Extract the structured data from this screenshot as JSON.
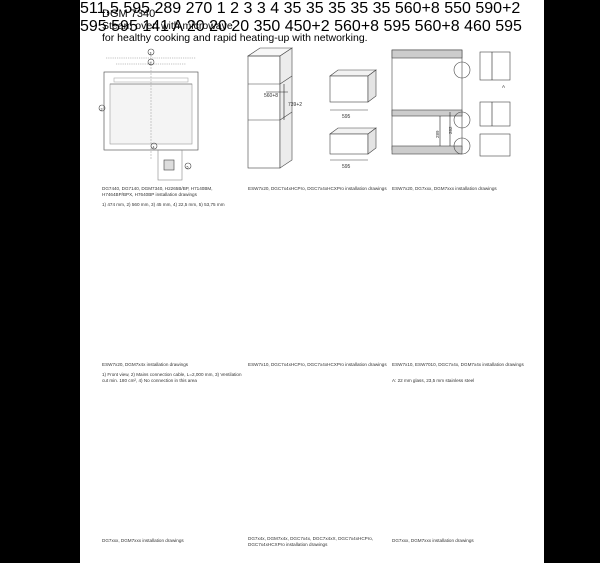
{
  "header": {
    "model": "DGM 7340",
    "line1": "Steam oven with microwave",
    "line2": "for healthy cooking and rapid heating-up with networking."
  },
  "captions": {
    "c1": "DG7440, DG7140, DGM7340, H2265B/BP, H7140BM, H7464BP/BPX, H7640BP installation drawings",
    "c1b": "1) 474 mm, 2) 560 mm, 3) 45 mm, 4) 22,5 mm, 5) 53,75 mm",
    "c2": "ESW7x20, DGC7x4xHCPro, DGC7x4xHCXPro installation drawings",
    "c3": "ESW7x20, DG7xxx, DGM7xxx installation drawings",
    "c4": "ESW7x20, DGM7x4x installation drawings",
    "c4b": "1) Front view, 2) Mains connection cable, L=2,000 mm, 3) Ventilation cut min. 180 cm², 4) No connection in this area",
    "c5": "ESW7x10, DGC7x4xHCPro, DGC7x4xHCXPro installation drawings",
    "c6": "ESW7x10, ESW7010, DGC7x4x, DGM7x4x installation drawings",
    "c6b": "A: 22 mm glass, 23,5 mm stainless steel",
    "c7": "DG7xxx, DGM7xxx installation drawings",
    "c8": "DG7x4x, DGM7x4x, DGC7x4x, DGC7x4xX, DGC7x4xHCPro, DGC7x4xHCXPro installation drawings",
    "c9": "DG7xxx, DGM7xxx installation drawings"
  },
  "dims": {
    "d560a": "560+8",
    "d739": "739+2",
    "d595a": "595",
    "d595b": "595",
    "d289": "289",
    "d282": "282",
    "dA": "A",
    "dA2": "A",
    "d289b": "289",
    "d270": "270",
    "d5115": "511,5",
    "d595c": "595",
    "n1": "1",
    "n2": "2",
    "n3": "3",
    "n4": "4",
    "d35a": "35",
    "d35b": "35",
    "d35c": "35",
    "d35d": "35",
    "d35e": "35",
    "d560b": "560+8",
    "d550": "550",
    "d590": "590+2",
    "d595d": "595",
    "d595e": "595",
    "d141": "141",
    "d20a": "20",
    "d20b": "20",
    "d20c": "20",
    "d350": "350",
    "d450": "450+2",
    "d560c": "560+8",
    "d595f": "595",
    "d560d": "560+8",
    "d460": "460",
    "d595g": "595",
    "p1": "1",
    "p2": "2",
    "p3": "3",
    "p4": "4",
    "p5": "5"
  }
}
